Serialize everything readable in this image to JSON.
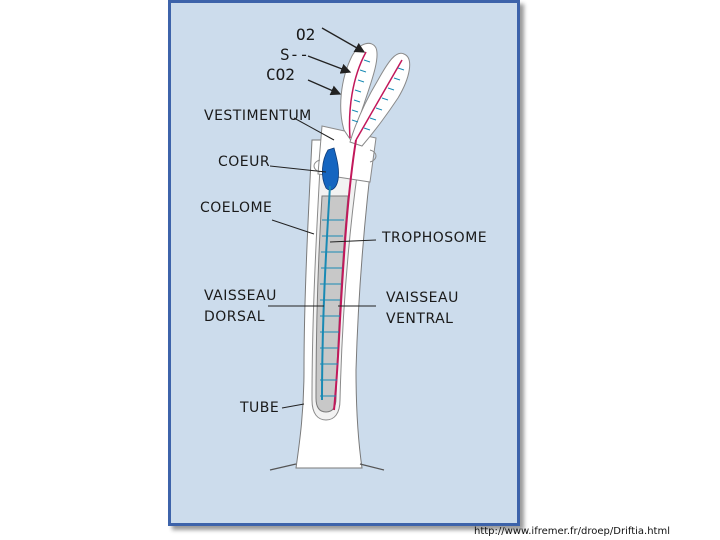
{
  "labels": {
    "o2": "O2",
    "s": "S--",
    "co2": "CO2",
    "vestimentum": "VESTIMENTUM",
    "coeur": "COEUR",
    "coelome": "COELOME",
    "trophosome": "TROPHOSOME",
    "vaisseau_dorsal_1": "VAISSEAU",
    "vaisseau_dorsal_2": "DORSAL",
    "vaisseau_ventral_1": "VAISSEAU",
    "vaisseau_ventral_2": "VENTRAL",
    "tube": "TUBE"
  },
  "source_url": "http://www.ifremer.fr/droep/Driftia.html",
  "colors": {
    "panel": "#ccdcec",
    "panel_border": "#3d63aa",
    "ventral_vessel": "#c2185b",
    "dorsal_vessel": "#1a8ab4",
    "heart": "#1565c0",
    "trophosome": "#c8c8c8"
  }
}
